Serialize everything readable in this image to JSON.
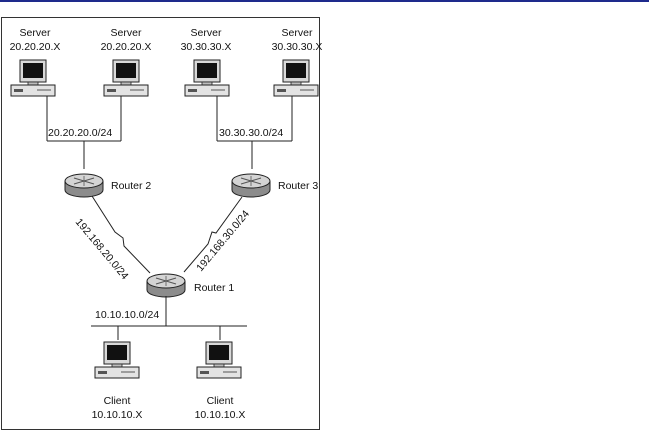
{
  "servers": [
    {
      "label": "Server",
      "address": "20.20.20.X"
    },
    {
      "label": "Server",
      "address": "20.20.20.X"
    },
    {
      "label": "Server",
      "address": "30.30.30.X"
    },
    {
      "label": "Server",
      "address": "30.30.30.X"
    }
  ],
  "clients": [
    {
      "label": "Client",
      "address": "10.10.10.X"
    },
    {
      "label": "Client",
      "address": "10.10.10.X"
    }
  ],
  "routers": [
    {
      "label": "Router 1"
    },
    {
      "label": "Router 2"
    },
    {
      "label": "Router 3"
    }
  ],
  "networks": {
    "left_lan": "20.20.20.0/24",
    "right_lan": "30.30.30.0/24",
    "wan_left": "192.168.20.0/24",
    "wan_right": "192.168.30.0/24",
    "client_lan": "10.10.10.0/24"
  },
  "colors": {
    "frame": "#1e2a8c",
    "device": "#d6d6d6",
    "screen": "#1a1a1a",
    "router_top": "#cfcfcf",
    "router_side": "#8e8e8e"
  }
}
